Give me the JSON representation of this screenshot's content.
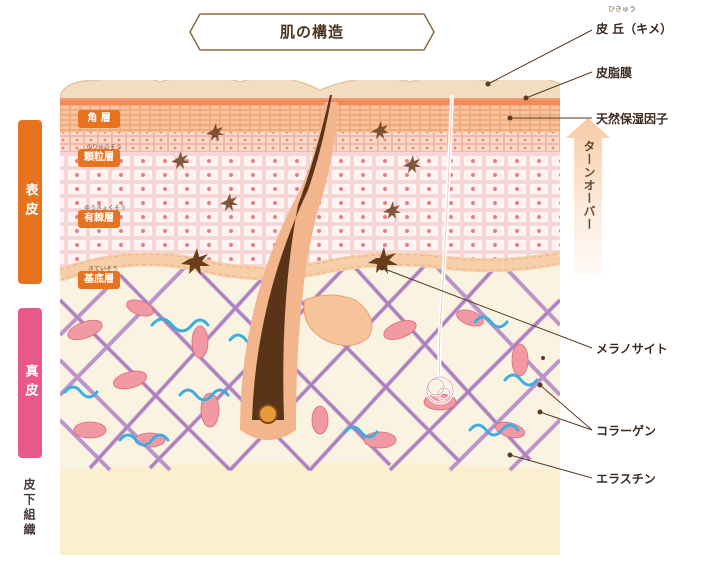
{
  "title": "肌の構造",
  "sections": {
    "epidermis": "表皮",
    "dermis": "真皮",
    "subcutaneous": "皮下組織"
  },
  "layers": {
    "stratum_corneum": {
      "label": "角 層"
    },
    "stratum_granulosum": {
      "label": "顆粒層",
      "ruby": "かりゅうそう"
    },
    "stratum_spinosum": {
      "label": "有棘層",
      "ruby": "ゆうきょくそう"
    },
    "stratum_basale": {
      "label": "基底層",
      "ruby": "きていそう"
    }
  },
  "callouts": {
    "hihyo": {
      "label": "皮 丘（キメ）",
      "ruby": "ひきゅう"
    },
    "sebum_film": "皮脂膜",
    "nmf": "天然保湿因子",
    "turnover": "ターンオーバー",
    "melanocyte": "メラノサイト",
    "collagen": "コラーゲン",
    "elastin": "エラスチン"
  },
  "colors": {
    "epidermis_tab": "#e8731e",
    "dermis_tab": "#e8588a",
    "skin_surface": "#f3ddc0",
    "epidermis_cells": "#fbe3e3",
    "cell_nucleus": "#e86a6a",
    "collagen": "#b488c4",
    "elastin": "#3aaee0",
    "dermis_bg": "#fbf3e0",
    "subcutaneous": "#fbeecb",
    "hair": "#5a3418",
    "melanin": "#6b3d1c"
  }
}
